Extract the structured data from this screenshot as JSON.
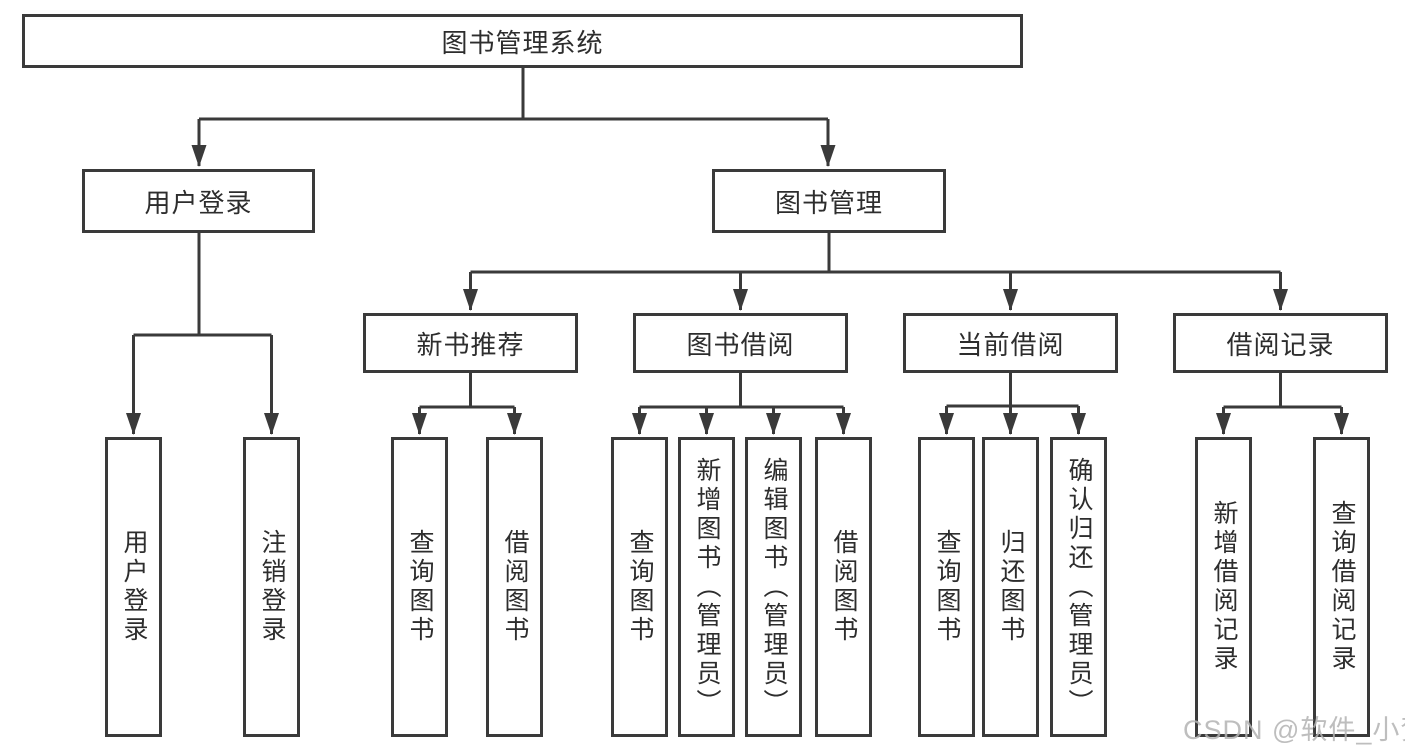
{
  "diagram": {
    "type": "hierarchy-tree",
    "tree": {
      "root": {
        "label": "图书管理系统"
      },
      "children": [
        {
          "label": "用户登录",
          "children": [
            {
              "label": "用户登录"
            },
            {
              "label": "注销登录"
            }
          ]
        },
        {
          "label": "图书管理",
          "children": [
            {
              "label": "新书推荐",
              "children": [
                {
                  "label": "查询图书"
                },
                {
                  "label": "借阅图书"
                }
              ]
            },
            {
              "label": "图书借阅",
              "children": [
                {
                  "label": "查询图书"
                },
                {
                  "label": "新增图书（管理员）"
                },
                {
                  "label": "编辑图书（管理员）"
                },
                {
                  "label": "借阅图书"
                }
              ]
            },
            {
              "label": "当前借阅",
              "children": [
                {
                  "label": "查询图书"
                },
                {
                  "label": "归还图书"
                },
                {
                  "label": "确认归还（管理员）"
                }
              ]
            },
            {
              "label": "借阅记录",
              "children": [
                {
                  "label": "新增借阅记录"
                },
                {
                  "label": "查询借阅记录"
                }
              ]
            }
          ]
        }
      ]
    }
  },
  "watermark": {
    "text": "CSDN @软件_小贺同学"
  },
  "colors": {
    "line": "#3a3a3a",
    "text": "#2d2d2d",
    "background": "#ffffff",
    "watermark": "#b3b3b3"
  }
}
